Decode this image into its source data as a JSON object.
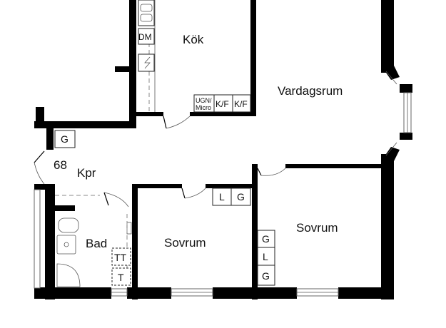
{
  "rooms": {
    "kitchen": "Kök",
    "living": "Vardagsrum",
    "hall": "Kpr",
    "bath": "Bad",
    "bedroom_1": "Sovrum",
    "bedroom_2": "Sovrum"
  },
  "unit_number": "68",
  "fixtures": {
    "dishwasher": "DM",
    "oven_micro_line1": "UGN/",
    "oven_micro_line2": "Micro",
    "fridge_freezer_1": "K/F",
    "fridge_freezer_2": "K/F",
    "wardrobe_hall": "G",
    "closet_l": "L",
    "closet_g": "G",
    "bed2_g_top": "G",
    "bed2_l": "L",
    "bed2_g_bottom": "G",
    "washer": "TT",
    "dryer": "T"
  },
  "colors": {
    "wall": "#000000",
    "background": "#ffffff"
  }
}
